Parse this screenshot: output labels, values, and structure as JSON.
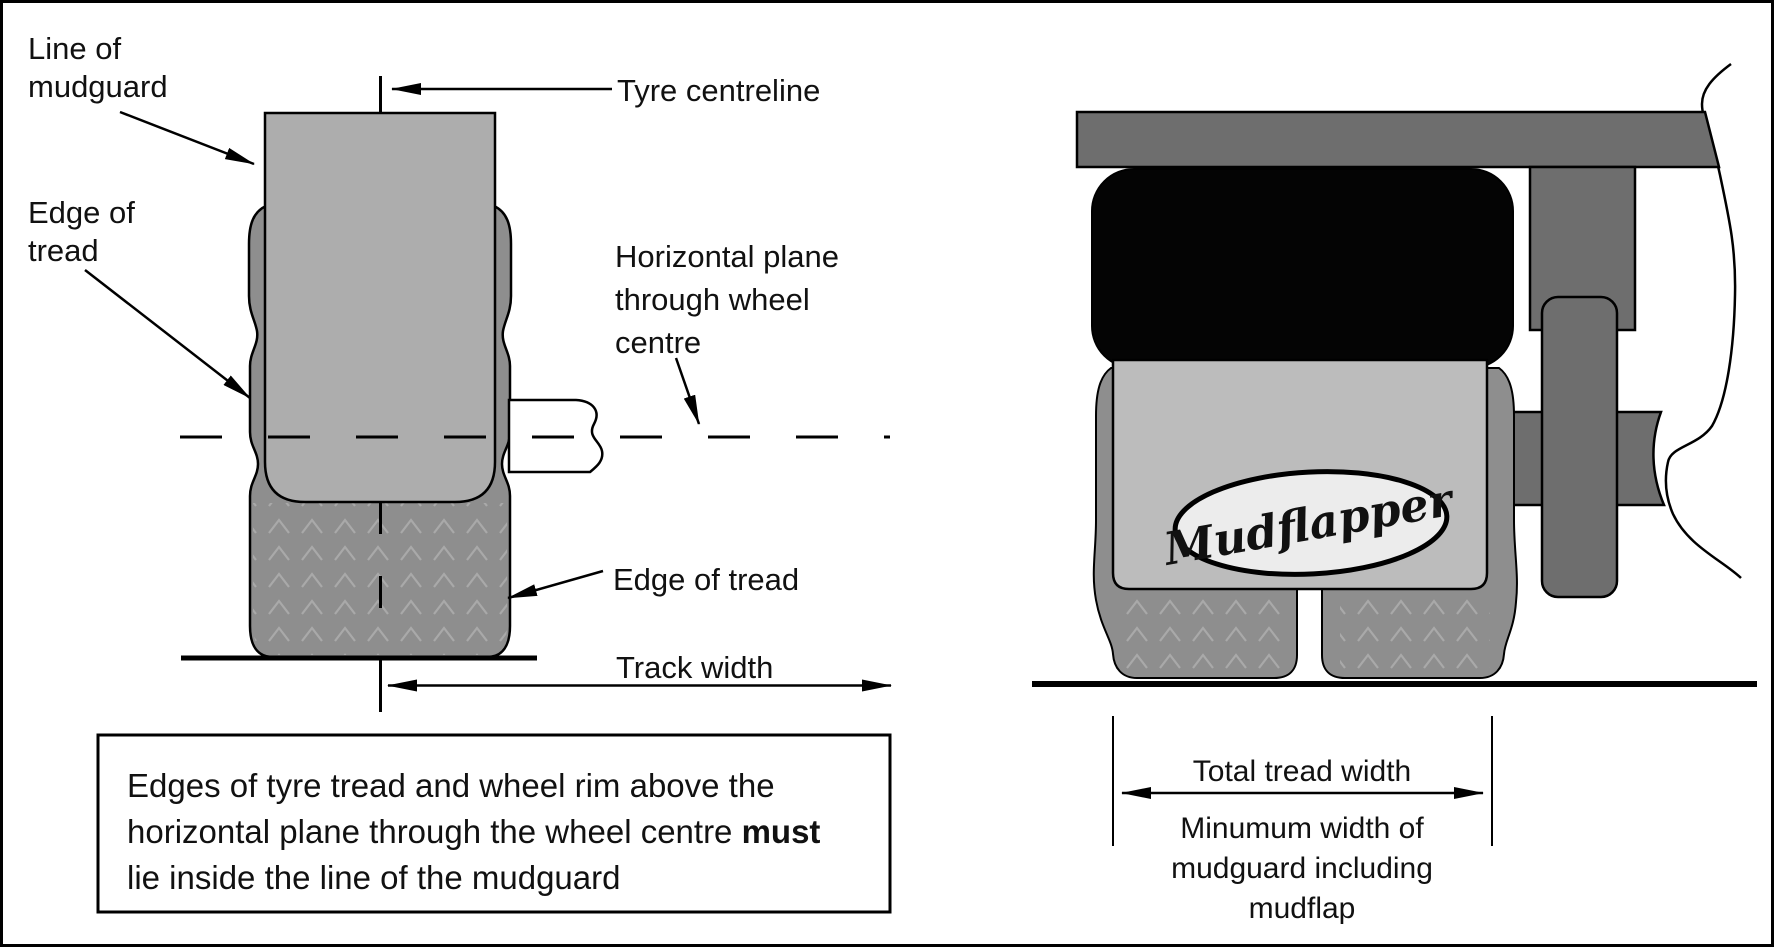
{
  "left_diagram": {
    "line_of_mudguard": {
      "l1": "Line of",
      "l2": "mudguard"
    },
    "edge_of_tread_left": {
      "l1": "Edge of",
      "l2": "tread"
    },
    "tyre_centreline": "Tyre centreline",
    "horizontal_plane": {
      "l1": "Horizontal plane",
      "l2": "through wheel",
      "l3": "centre"
    },
    "edge_of_tread_right": "Edge of tread",
    "track_width": "Track width",
    "note": {
      "l1": "Edges of tyre tread and wheel rim above the",
      "l2": "horizontal plane through the wheel centre ",
      "l2_bold": "must",
      "l3": "lie inside the line of the mudguard"
    }
  },
  "right_diagram": {
    "logo": "Mudflapper",
    "total_tread_width": "Total tread width",
    "min_width": {
      "l1": "Minumum width of",
      "l2": "mudguard including",
      "l3": "mudflap"
    }
  },
  "colors": {
    "outline": "#000000",
    "mudguard_gray": "#adadad",
    "tyre_gray": "#8e8e8e",
    "tread_mark": "#a9a9a9",
    "dark_gray": "#6e6e6e",
    "black_guard": "#040404",
    "mudflap_gray": "#bcbcbc",
    "logo_bg": "#ececec",
    "axle_white": "#ffffff",
    "paper": "#ffffff"
  }
}
